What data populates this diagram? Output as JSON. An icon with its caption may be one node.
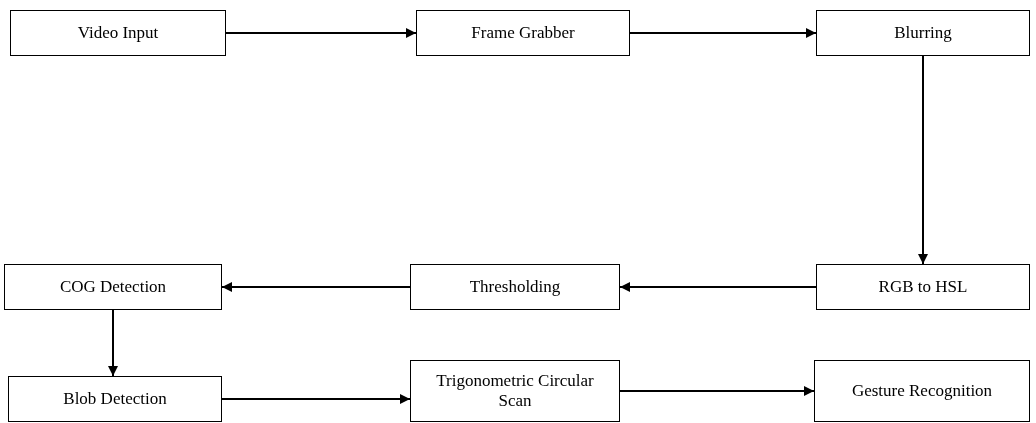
{
  "diagram": {
    "nodes": [
      {
        "text": [
          "Video Input"
        ]
      },
      {
        "text": [
          "Frame Grabber"
        ]
      },
      {
        "text": [
          "Blurring"
        ]
      },
      {
        "text": [
          "COG Detection"
        ]
      },
      {
        "text": [
          "Thresholding"
        ]
      },
      {
        "text": [
          "RGB to HSL"
        ]
      },
      {
        "text": [
          "Blob Detection"
        ]
      },
      {
        "text": [
          "Trigonometric Circular Scan"
        ]
      },
      {
        "text": [
          "Gesture Recognition"
        ]
      }
    ],
    "edges": [
      {
        "from": 0,
        "to": 1,
        "arrow": "to"
      },
      {
        "from": 1,
        "to": 2,
        "arrow": "to"
      },
      {
        "from": 2,
        "to": 5,
        "arrow": "to"
      },
      {
        "from": 5,
        "to": 4,
        "arrow": "to"
      },
      {
        "from": 4,
        "to": 3,
        "arrow": "to"
      },
      {
        "from": 3,
        "to": 6,
        "arrow": "to"
      },
      {
        "from": 6,
        "to": 7,
        "arrow": "to"
      },
      {
        "from": 7,
        "to": 8,
        "arrow": "to"
      }
    ]
  }
}
